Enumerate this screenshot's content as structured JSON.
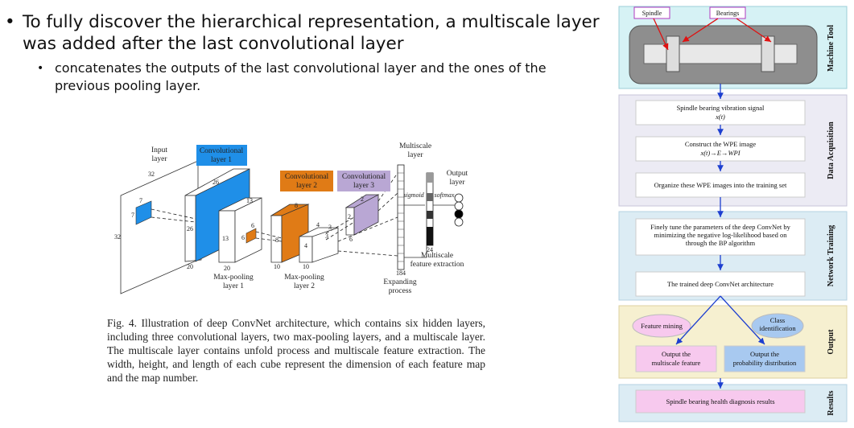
{
  "slide": {
    "bullet1": "To fully discover the hierarchical representation, a multiscale layer was added after the last convolutional layer",
    "bullet2": "concatenates the outputs of the last convolutional layer and the ones of the previous pooling layer."
  },
  "figure": {
    "labels": {
      "input_layer": "Input\nlayer",
      "conv1": "Convolutional\nlayer 1",
      "conv2": "Convolutional\nlayer 2",
      "conv3": "Convolutional\nlayer 3",
      "multiscale": "Multiscale\nlayer",
      "output": "Output\nlayer",
      "maxpool1": "Max-pooling\nlayer 1",
      "maxpool2": "Max-pooling\nlayer 2",
      "expanding": "Expanding\nprocess",
      "msfe": "Multiscale\nfeature extraction",
      "sigmoid": "sigmoid",
      "softmax": "softmax"
    },
    "dims": {
      "in_32_top": "32",
      "in_32_left": "32",
      "k7a": "7",
      "k7b": "7",
      "c1_26a": "26",
      "c1_26b": "26",
      "c1_20": "20",
      "p1_13": "13",
      "p1_13b": "13",
      "p1_20": "20",
      "k6a": "6",
      "k6b": "6",
      "c2_8a": "8",
      "c2_8b": "8",
      "c2_10": "10",
      "p2_4": "4",
      "p2_4b": "4",
      "p2_10": "10",
      "k3a": "3",
      "k3b": "3",
      "c3_2a": "2",
      "c3_2b": "2",
      "c3_6": "6",
      "ms_184": "184",
      "ms_24": "24"
    },
    "caption": "Fig. 4.   Illustration of deep ConvNet architecture, which contains six hidden layers, including three convolutional layers, two max-pooling layers, and a multiscale layer. The multiscale layer contains unfold process and multiscale feature extraction. The width, height, and length of each cube represent the dimension of each feature map and the map number."
  },
  "flow": {
    "stages": {
      "machine_tool": "Machine Tool",
      "data_acq": "Data Acquisition",
      "training": "Network Training",
      "output": "Output",
      "results": "Results"
    },
    "spindle_tag": "Spindle",
    "bearings_tag": "Bearings",
    "boxes": {
      "vib": "Spindle bearing vibration signal",
      "vib_sub": "x(t)",
      "wpe": "Construct the WPE image",
      "wpe_sub": "x(t)→E→WPI",
      "organize": "Organize these WPE images into the training set",
      "tune": "Finely tune the parameters of the deep ConvNet by minimizing the negative log-likelihood based on through the BP algorithm",
      "trained": "The trained deep ConvNet architecture",
      "out_ms": "Output the multiscale feature",
      "out_prob": "Output the probability distribution",
      "results": "Spindle bearing health diagnosis results"
    },
    "ellipses": {
      "feature_mining": "Feature mining",
      "class_id": "Class identification"
    }
  },
  "colors": {
    "conv1": "#1f8fe8",
    "conv2": "#e07b16",
    "conv3": "#b9a7d4",
    "stage_cyan": "#d6f2f5",
    "stage_lavender": "#ecebf4",
    "stage_blue": "#dcecf4",
    "stage_yellow": "#f6f0d0",
    "pink_box": "#f7c9ee",
    "blue_box": "#a8c9f0",
    "arrow_blue": "#1d3fd0"
  }
}
